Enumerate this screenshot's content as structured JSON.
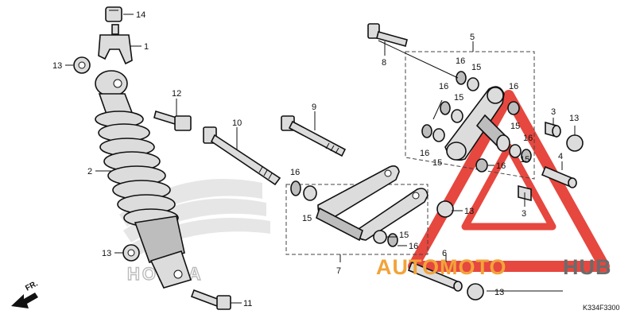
{
  "diagram": {
    "code": "K334F3300",
    "direction_label": "FR.",
    "callouts": {
      "c14": "14",
      "c1": "1",
      "c13a": "13",
      "c2": "2",
      "c13b": "13",
      "c11": "11",
      "c12": "12",
      "c10": "10",
      "c9": "9",
      "c8": "8",
      "c5": "5",
      "c16a": "16",
      "c15a": "15",
      "c16b": "16",
      "c15b": "15",
      "c16c": "16",
      "c16d": "16",
      "c15c": "15",
      "c3a": "3",
      "c13c": "13",
      "c15d": "15",
      "c16e": "16",
      "c16f": "16",
      "c15e": "15",
      "c4": "4",
      "c3b": "3",
      "c16g": "16",
      "c15f": "15",
      "c13d": "13",
      "c7": "7",
      "c15g": "15",
      "c16h": "16",
      "c6": "6",
      "c13e": "13"
    }
  },
  "watermark": {
    "brand_left": "AUTOMOTO",
    "brand_right": "HUB",
    "maker": "HONDA",
    "colors": {
      "orange": "#f2a33a",
      "red": "#e2281e",
      "gray": "#6b6b6b"
    }
  }
}
